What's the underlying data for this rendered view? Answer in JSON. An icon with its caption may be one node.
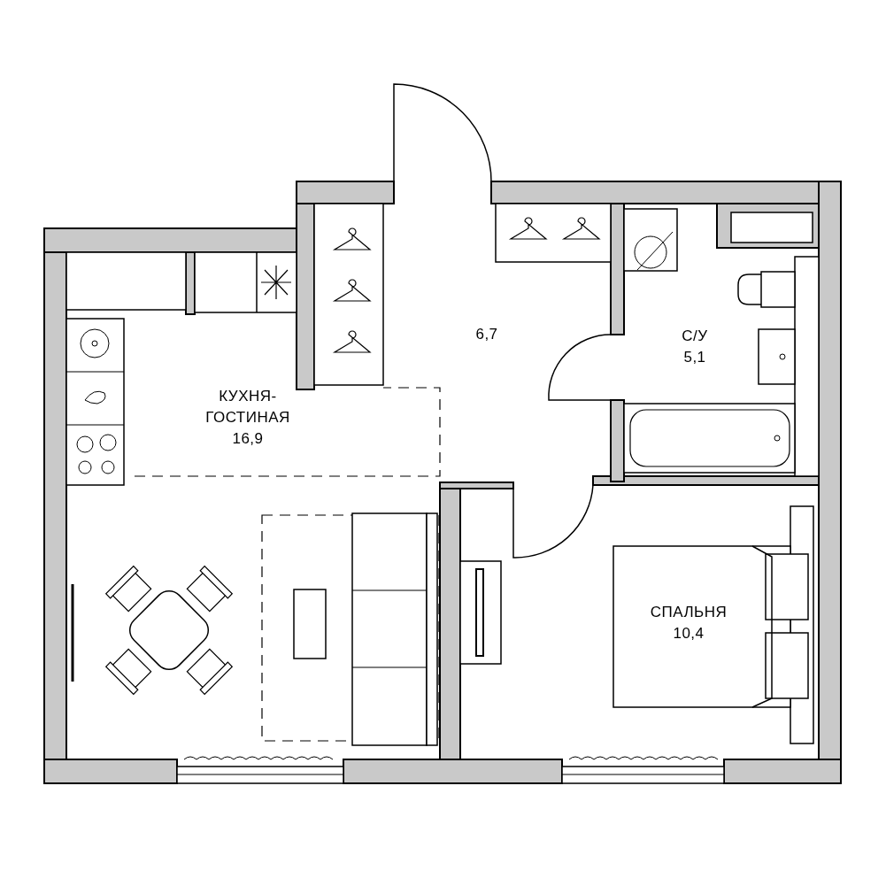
{
  "diagram": {
    "nodes": [
      {
        "text": [
          "КУХНЯ- ГОСТИНАЯ",
          "16,9"
        ]
      },
      {
        "text": [
          "6,7"
        ]
      },
      {
        "text": [
          "С/У",
          "5,1"
        ]
      },
      {
        "text": [
          "СПАЛЬНЯ",
          "10,4"
        ]
      }
    ]
  }
}
